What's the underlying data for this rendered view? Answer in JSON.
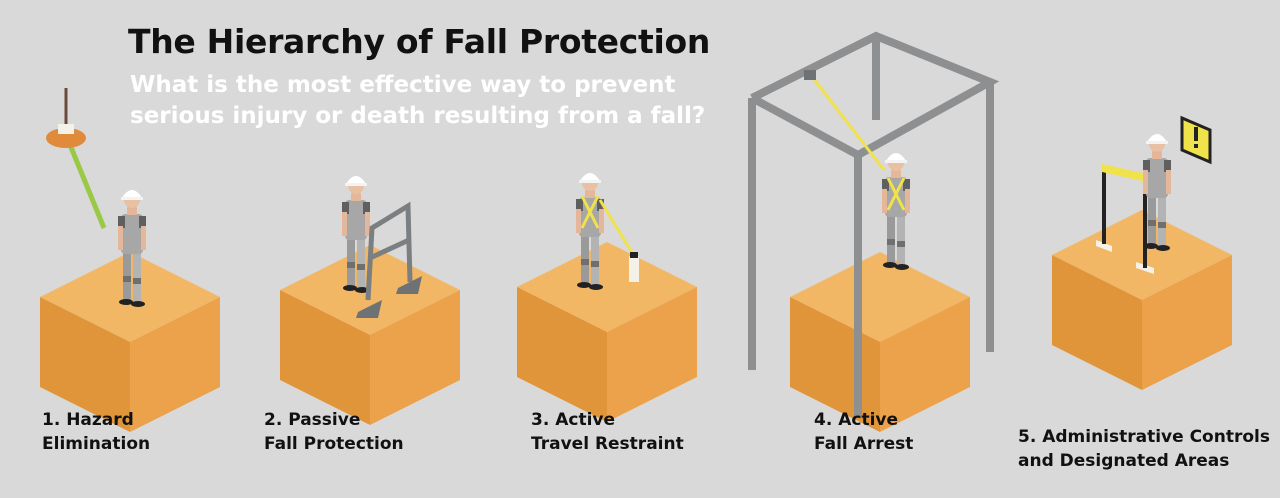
{
  "header": {
    "title": "The Hierarchy of Fall Protection",
    "subtitle_line1": "What is the most effective way to prevent",
    "subtitle_line2": "serious injury or death resulting from a fall?"
  },
  "steps": [
    {
      "line1": "1. Hazard",
      "line2": "Elimination",
      "icon": "worker-with-pole-icon"
    },
    {
      "line1": "2. Passive",
      "line2": "Fall Protection",
      "icon": "worker-with-guardrail-icon"
    },
    {
      "line1": "3. Active",
      "line2": "Travel Restraint",
      "icon": "worker-with-restraint-lanyard-icon"
    },
    {
      "line1": "4. Active",
      "line2": "Fall Arrest",
      "icon": "worker-with-anchor-frame-icon"
    },
    {
      "line1": "5. Administrative Controls",
      "line2": "and Designated Areas",
      "icon": "worker-with-warning-sign-icon"
    }
  ],
  "colors": {
    "background": "#d9d9d9",
    "block_top": "#f2b765",
    "block_left": "#e0953a",
    "block_right": "#eca24a",
    "worker_gray": "#a7a7a7",
    "harness_yellow": "#f0e24a",
    "frame_gray": "#8d8f91",
    "cone_orange": "#e08b3c"
  }
}
